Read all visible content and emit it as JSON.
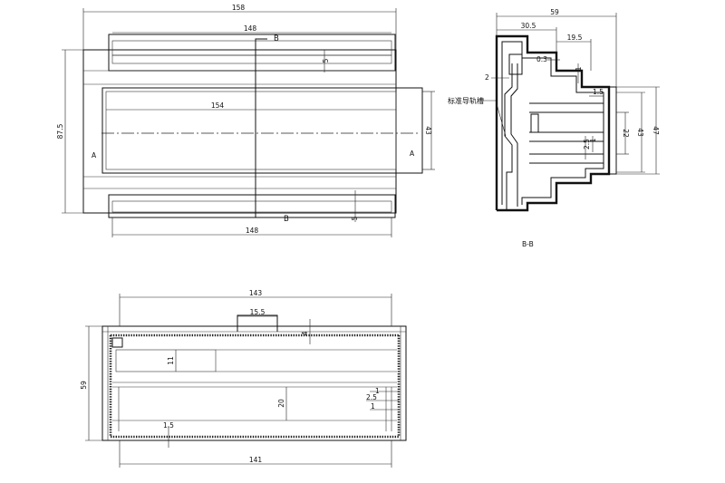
{
  "views": {
    "top": {
      "dim_overall_width": "158",
      "dim_top_rail_width": "148",
      "dim_bottom_rail_width": "148",
      "dim_inner_width": "154",
      "dim_height": "87.5",
      "dim_inner_height": "43",
      "dim_top_offset": "5",
      "dim_bottom_offset": "5",
      "section_mark_top": "B",
      "section_mark_bottom": "B",
      "axis_mark_left": "A",
      "axis_mark_right": "A"
    },
    "section": {
      "title": "B-B",
      "dim_depth": "59",
      "dim_step_1": "30.5",
      "dim_step_2": "19.5",
      "dim_small_1": "0.3",
      "dim_small_2": "1",
      "dim_small_3": "1.5",
      "dim_wall": "2",
      "dim_height_1": "22",
      "dim_height_2": "43",
      "dim_height_3": "47",
      "dim_gap_1": "2.5",
      "dim_gap_2": "1",
      "rail_label": "标准导轨槽"
    },
    "front": {
      "dim_top_width": "143",
      "dim_bottom_width": "141",
      "dim_slot": "15.5",
      "dim_slot_depth": "4",
      "dim_height": "59",
      "dim_left_block": "11",
      "dim_center": "20",
      "dim_right_a": "1",
      "dim_right_b": "2.5",
      "dim_right_c": "1",
      "dim_bottom_gap": "1.5"
    }
  }
}
